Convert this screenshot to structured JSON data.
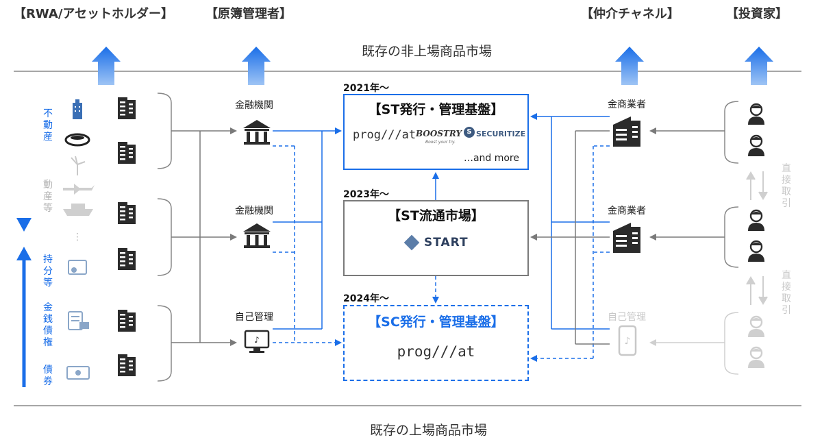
{
  "headers": {
    "rwa": "【RWA/アセットホルダー】",
    "registry": "【原簿管理者】",
    "channel": "【仲介チャネル】",
    "investor": "【投資家】"
  },
  "markets": {
    "unlisted": "既存の非上場商品市場",
    "listed": "既存の上場商品市場"
  },
  "asset_categories": {
    "real_estate": "不動産",
    "movables": "動産等",
    "equity": "持分等",
    "receivables": "金銭債権",
    "bonds": "債券",
    "dots": "⋮"
  },
  "registry_nodes": {
    "bank1": "金融機関",
    "bank2": "金融機関",
    "self1": "自己管理"
  },
  "platforms": {
    "st_issue": {
      "year": "2021年〜",
      "title": "【ST発行・管理基盤】",
      "logos": [
        "prog///at",
        "BOOSTRY",
        "SECURITIZE"
      ],
      "boostry_sub": "Boost your try.",
      "more": "…and more"
    },
    "st_market": {
      "year": "2023年〜",
      "title": "【ST流通市場】",
      "logo": "START"
    },
    "sc_issue": {
      "year": "2024年〜",
      "title": "【SC発行・管理基盤】",
      "logo": "prog///at"
    }
  },
  "channel_nodes": {
    "broker1": "金商業者",
    "broker2": "金商業者",
    "self2": "自己管理"
  },
  "direct": {
    "label1": "直接取引",
    "label2": "直接取引"
  },
  "colors": {
    "blue": "#1a6ee8",
    "gray": "#7a7a7a",
    "light": "#c8c8c8",
    "dark": "#2b2b2b"
  }
}
